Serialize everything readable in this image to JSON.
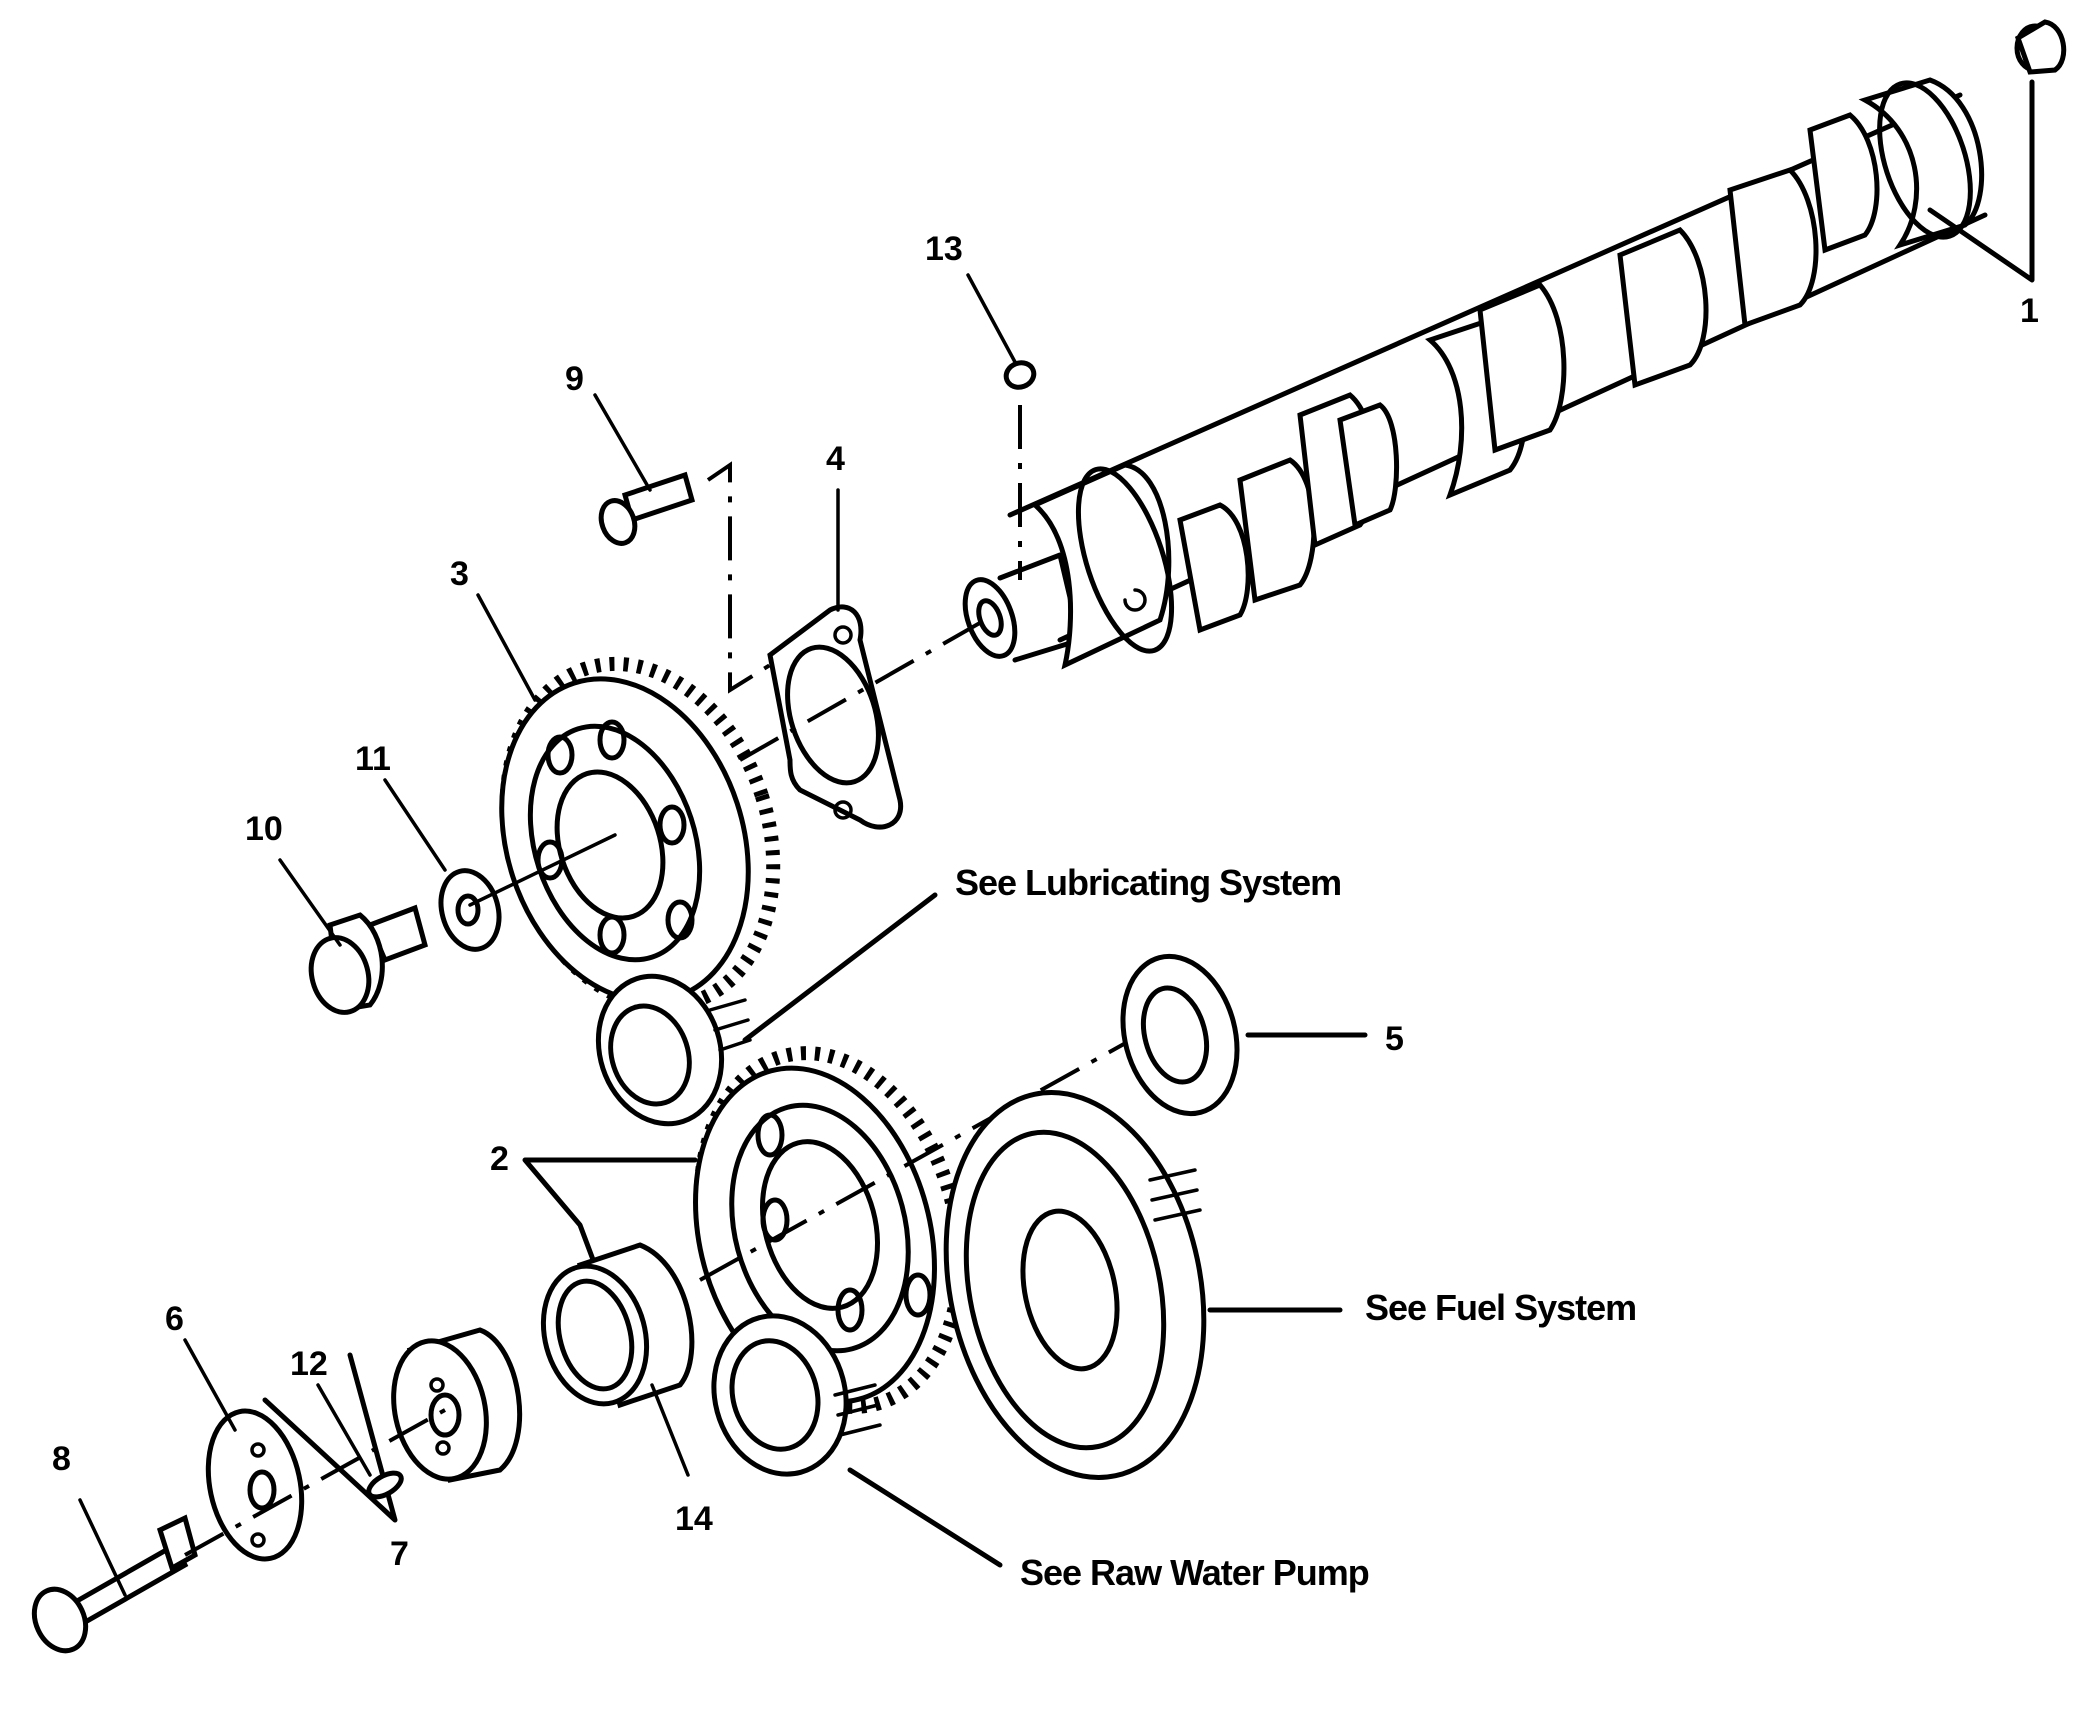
{
  "diagram": {
    "title": "Camshaft and Timing Gear Assembly (exploded view)",
    "callouts": [
      {
        "id": "1",
        "label": "1"
      },
      {
        "id": "2",
        "label": "2"
      },
      {
        "id": "3",
        "label": "3"
      },
      {
        "id": "4",
        "label": "4"
      },
      {
        "id": "5",
        "label": "5"
      },
      {
        "id": "6",
        "label": "6"
      },
      {
        "id": "7",
        "label": "7"
      },
      {
        "id": "8",
        "label": "8"
      },
      {
        "id": "9",
        "label": "9"
      },
      {
        "id": "10",
        "label": "10"
      },
      {
        "id": "11",
        "label": "11"
      },
      {
        "id": "12",
        "label": "12"
      },
      {
        "id": "13",
        "label": "13"
      },
      {
        "id": "14",
        "label": "14"
      }
    ],
    "references": {
      "lubricating": "See Lubricating System",
      "fuel": "See Fuel System",
      "raw_water": "See Raw Water Pump"
    },
    "line_color": "#000000",
    "background_color": "#ffffff"
  }
}
